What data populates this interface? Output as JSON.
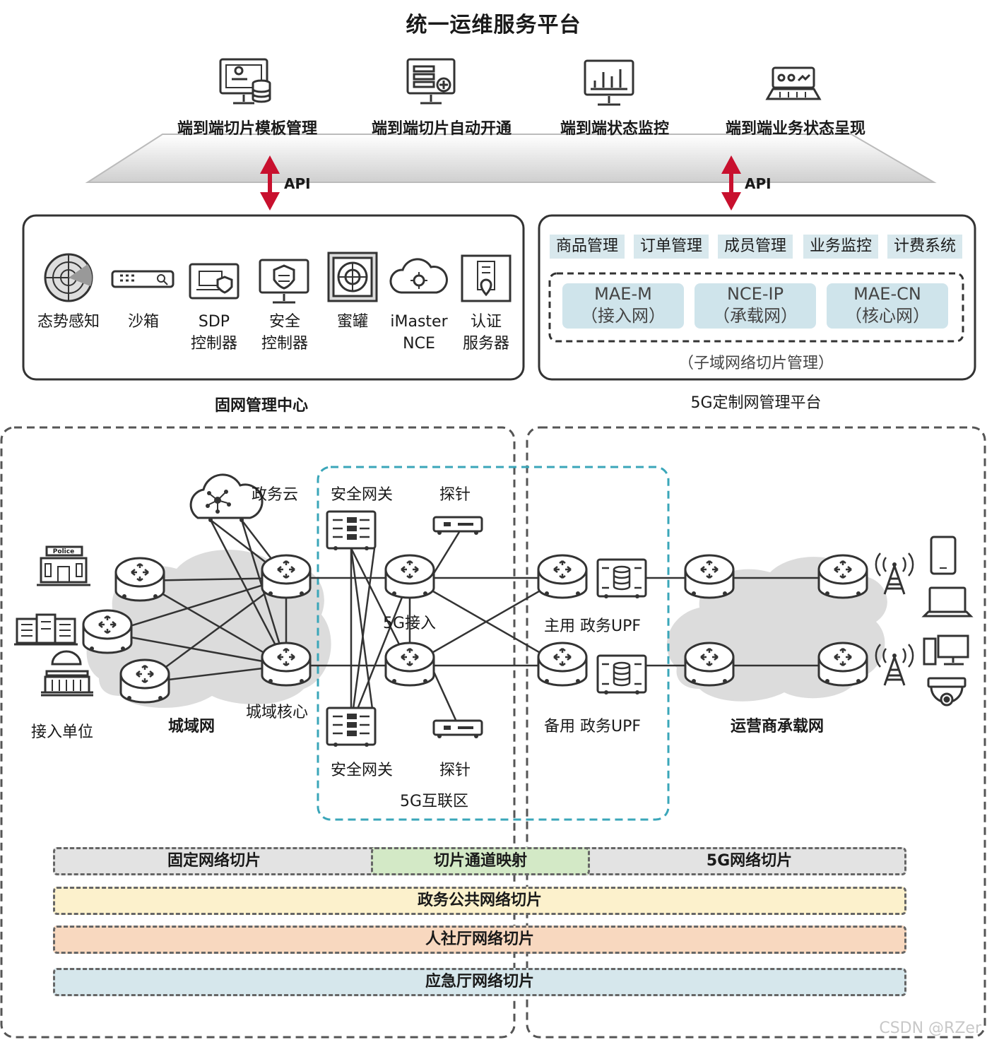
{
  "title": "统一运维服务平台",
  "services": [
    "端到端切片模板管理",
    "端到端切片自动开通",
    "端到端状态监控",
    "端到端业务状态呈现"
  ],
  "api_label": "API",
  "fixed_center": {
    "name": "固网管理中心",
    "tools": [
      {
        "l1": "态势感知",
        "l2": ""
      },
      {
        "l1": "沙箱",
        "l2": ""
      },
      {
        "l1": "SDP",
        "l2": "控制器"
      },
      {
        "l1": "安全",
        "l2": "控制器"
      },
      {
        "l1": "蜜罐",
        "l2": ""
      },
      {
        "l1": "iMaster",
        "l2": "NCE"
      },
      {
        "l1": "认证",
        "l2": "服务器"
      }
    ]
  },
  "fiveg_platform": {
    "name": "5G定制网管理平台",
    "tags": [
      "商品管理",
      "订单管理",
      "成员管理",
      "业务监控",
      "计费系统"
    ],
    "subdomains": [
      {
        "name": "MAE-M",
        "desc": "（接入网）"
      },
      {
        "name": "NCE-IP",
        "desc": "（承载网）"
      },
      {
        "name": "MAE-CN",
        "desc": "（核心网）"
      }
    ],
    "subdomain_caption": "（子域网络切片管理）"
  },
  "network": {
    "gov_cloud": "政务云",
    "access_units": "接入单位",
    "metro_net": "城域网",
    "metro_core": "城域核心",
    "sec_gateway_top": "安全网关",
    "probe_top": "探针",
    "access_5g": "5G接入",
    "sec_gateway_bottom": "安全网关",
    "probe_bottom": "探针",
    "interconnect": "5G互联区",
    "main_upf": "主用 政务UPF",
    "backup_upf": "备用 政务UPF",
    "carrier_net": "运营商承载网",
    "police_sign": "Police"
  },
  "slices": {
    "fixed": "固定网络切片",
    "mapping": "切片通道映射",
    "fiveg": "5G网络切片",
    "public": "政务公共网络切片",
    "hr": "人社厅网络切片",
    "emergency": "应急厅网络切片"
  },
  "colors": {
    "api_arrow": "#c8102e",
    "teal_dash": "#3aa6b9",
    "tag_bg": "#d8e8ed",
    "slice_fixed": "#e3e3e3",
    "slice_mapping": "#d3e9c6",
    "slice_public": "#fcf1cc",
    "slice_hr": "#f8d8bf",
    "slice_emergency": "#d6e7ec"
  },
  "watermark": "CSDN @RZer"
}
